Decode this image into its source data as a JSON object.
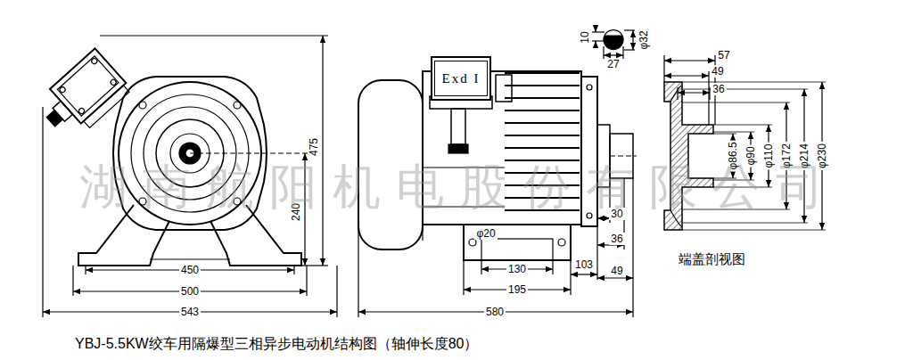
{
  "diagram": {
    "caption": "YBJ-5.5KW绞车用隔爆型三相异步电动机结构图（轴伸长度80）",
    "nodes": [
      {
        "text": [
          "Exd I"
        ]
      }
    ],
    "labels": [
      "475",
      "240",
      "450",
      "500",
      "543",
      "10",
      "φ32",
      "27",
      "57",
      "49",
      "36",
      "φ86.5",
      "φ90",
      "φ110",
      "φ172",
      "φ214",
      "φ230",
      "30",
      "36",
      "φ20",
      "130",
      "195",
      "103",
      "49",
      "580",
      "端盖剖视图",
      "湖南航阳机电股份有限公司"
    ]
  }
}
